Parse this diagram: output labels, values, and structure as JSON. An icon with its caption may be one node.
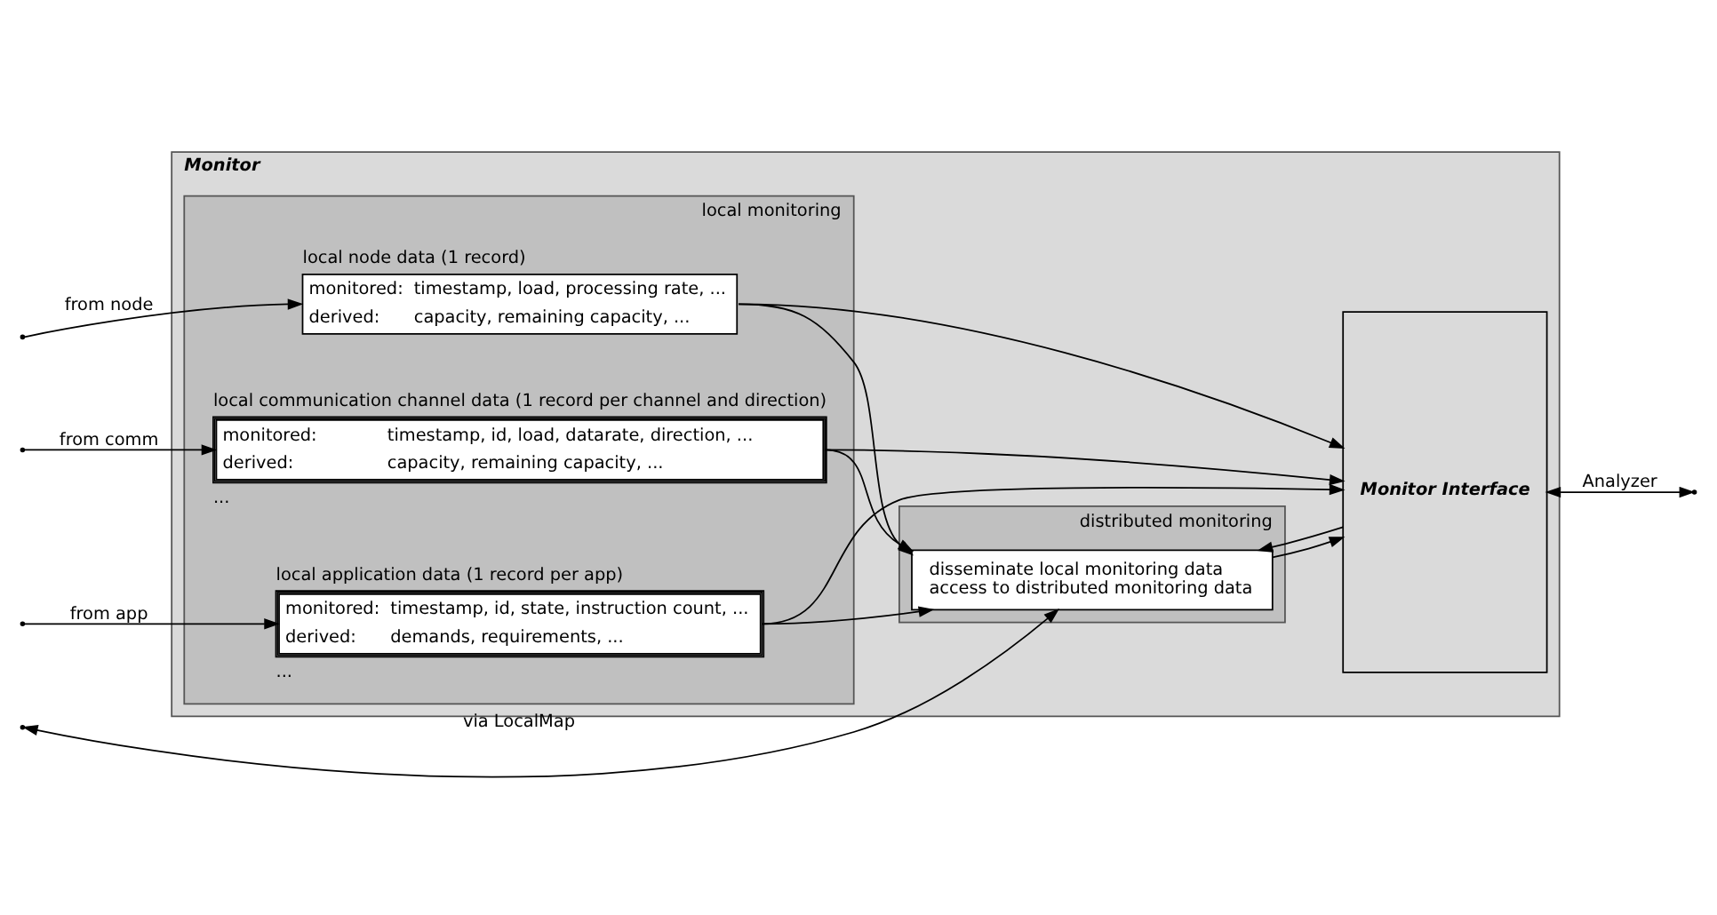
{
  "diagram": {
    "nodes": [
      {
        "text": [
          "Monitor"
        ]
      },
      {
        "text": [
          "local monitoring"
        ],
        "in": 0
      },
      {
        "text": [
          "local node data (1 record)",
          "monitored:",
          "timestamp, load, processing rate, ...",
          "derived:",
          "capacity, remaining capacity, ..."
        ],
        "in": 1
      },
      {
        "text": [
          "local communication channel data (1 record per channel and direction)",
          "monitored:",
          "timestamp, id, load, datarate, direction, ...",
          "derived:",
          "capacity, remaining capacity, ..."
        ],
        "in": 1,
        "beside": [
          "..."
        ]
      },
      {
        "text": [
          "local application data (1 record per app)",
          "monitored:",
          "timestamp, id, state, instruction count, ...",
          "derived:",
          "demands, requirements, ..."
        ],
        "in": 1,
        "beside": [
          "..."
        ]
      },
      {
        "text": [
          "distributed monitoring"
        ],
        "in": 0
      },
      {
        "text": [
          "disseminate local monitoring data",
          "access to distributed monitoring data"
        ],
        "in": 5
      },
      {
        "text": [
          "Monitor Interface"
        ],
        "in": 0
      }
    ],
    "edges": [
      {
        "from": null,
        "to": 2,
        "arrow": "to",
        "label": "from node"
      },
      {
        "from": null,
        "to": 3,
        "arrow": "to",
        "label": "from comm"
      },
      {
        "from": null,
        "to": 4,
        "arrow": "to",
        "label": "from app"
      },
      {
        "from": null,
        "to": 6,
        "arrow": "both",
        "label": "via LocalMap"
      },
      {
        "from": 2,
        "to": 7,
        "arrow": "to"
      },
      {
        "from": 3,
        "to": 7,
        "arrow": "to"
      },
      {
        "from": 4,
        "to": 7,
        "arrow": "to"
      },
      {
        "from": 2,
        "to": 6,
        "arrow": "to"
      },
      {
        "from": 3,
        "to": 6,
        "arrow": "to"
      },
      {
        "from": 4,
        "to": 6,
        "arrow": "to"
      },
      {
        "from": 7,
        "to": 6,
        "arrow": "to"
      },
      {
        "from": 6,
        "to": 7,
        "arrow": "to"
      },
      {
        "from": 7,
        "to": null,
        "arrow": "both",
        "label": "Analyzer"
      }
    ]
  }
}
